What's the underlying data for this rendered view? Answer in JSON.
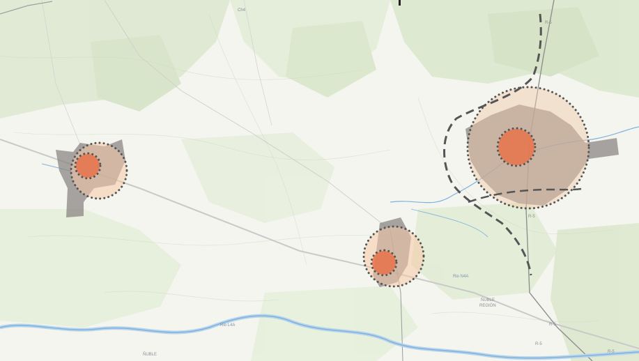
{
  "map": {
    "labels": {
      "road_north": "Ch4",
      "river_west": "Rio L4A",
      "river_east": "Rio N4A",
      "road_east_a": "R-5",
      "road_east_b": "R-5",
      "road_east_c": "R-5",
      "road_east_d": "R-5",
      "place_south": "ÑUBLE",
      "place_southeast": "ÑUBLE",
      "place_southeast_b": "REGIÓN",
      "place_bottom_right": "R-5"
    },
    "colors": {
      "water": "#5b9bd5",
      "vegetation": "#dfe9d3",
      "urban": "#8c8585",
      "core_circle": "#e8734a",
      "buffer_circle": "#f5c9a8",
      "dotted_ring": "#555555",
      "dashed_boundary": "#555555"
    }
  }
}
